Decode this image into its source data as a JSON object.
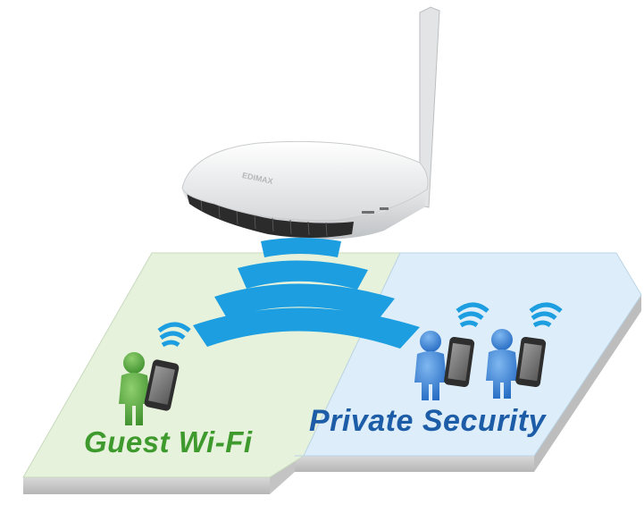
{
  "zones": {
    "guest": {
      "label": "Guest Wi-Fi",
      "color": "#3f9a2e"
    },
    "private": {
      "label": "Private Security",
      "color": "#1d5ca6"
    }
  },
  "router": {
    "brand": "EDIMAX"
  },
  "colors": {
    "wifi_wave": "#1c9ee0",
    "guest_floor": "#e6f2dc",
    "private_floor": "#ddeefa",
    "guest_person": "#4da33a",
    "private_person": "#2e7dd6"
  },
  "icons": [
    "router",
    "wifi-signal-icon",
    "person-icon",
    "smartphone-icon"
  ]
}
